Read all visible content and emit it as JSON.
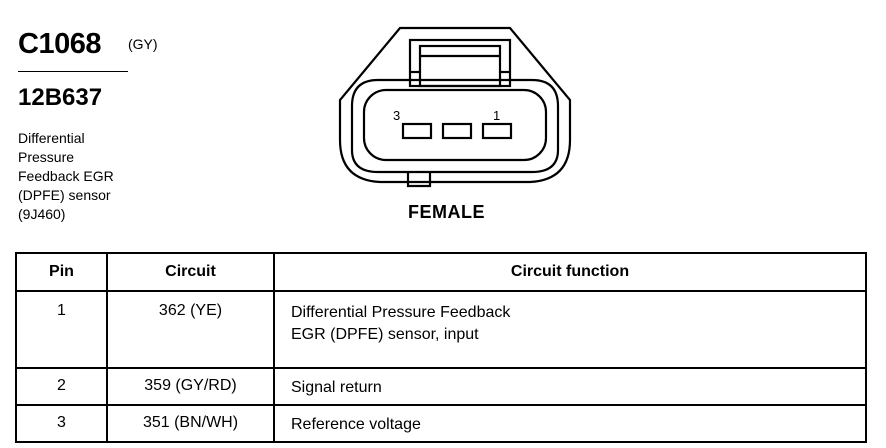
{
  "header": {
    "connector_id": "C1068",
    "color_code": "(GY)",
    "part_number": "12B637",
    "description_lines": [
      "Differential",
      "Pressure",
      "Feedback EGR",
      "(DPFE) sensor",
      "(9J460)"
    ]
  },
  "drawing": {
    "view_label": "FEMALE",
    "pin_labels": [
      "3",
      "1"
    ]
  },
  "table": {
    "headers": [
      "Pin",
      "Circuit",
      "Circuit function"
    ],
    "rows": [
      {
        "pin": "1",
        "circuit": "362 (YE)",
        "function_lines": [
          "Differential Pressure Feedback",
          "EGR (DPFE) sensor, input"
        ]
      },
      {
        "pin": "2",
        "circuit": "359 (GY/RD)",
        "function_lines": [
          "Signal return"
        ]
      },
      {
        "pin": "3",
        "circuit": "351 (BN/WH)",
        "function_lines": [
          "Reference voltage"
        ]
      }
    ]
  }
}
